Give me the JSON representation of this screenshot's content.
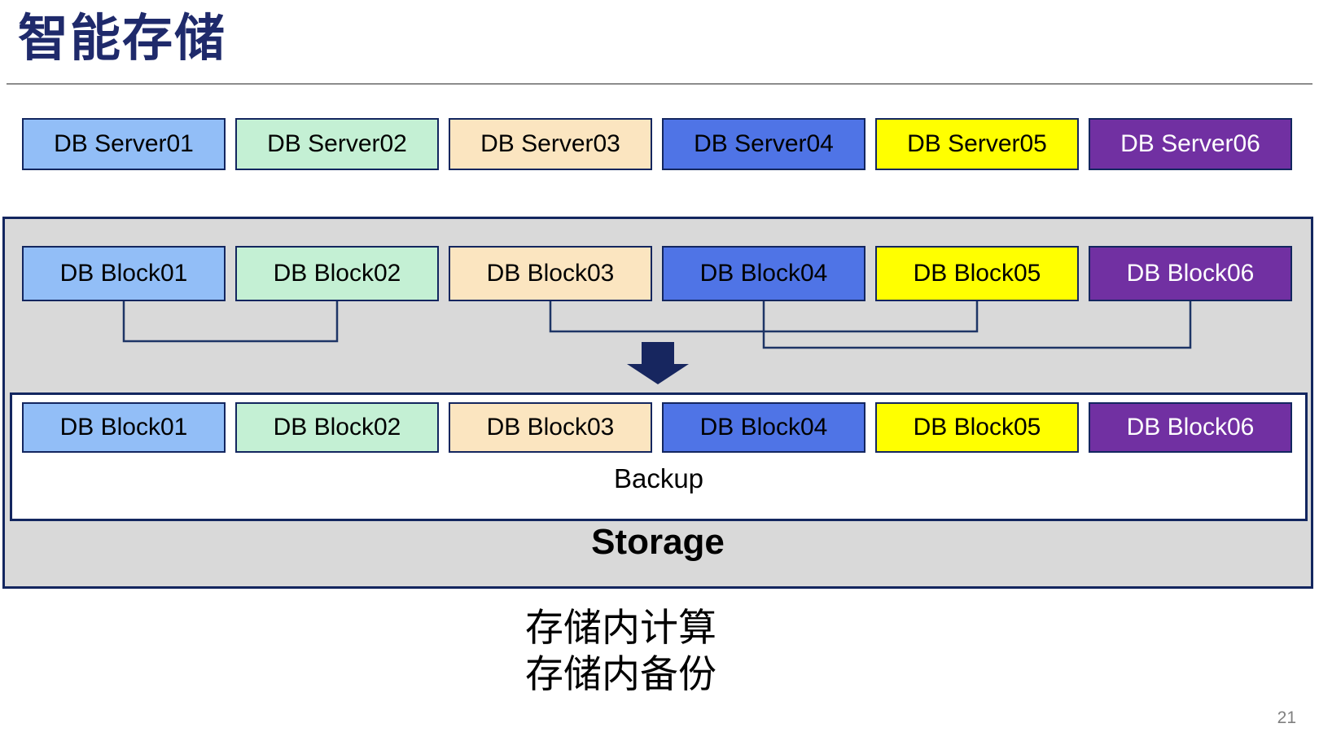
{
  "title": "智能存储",
  "page_number": "21",
  "caption": {
    "line1": "存储内计算",
    "line2": "存储内备份"
  },
  "servers": [
    "DB Server01",
    "DB Server02",
    "DB Server03",
    "DB Server04",
    "DB Server05",
    "DB Server06"
  ],
  "storage": {
    "label": "Storage",
    "backup_label": "Backup",
    "blocks_source": [
      "DB Block01",
      "DB Block02",
      "DB Block03",
      "DB Block04",
      "DB Block05",
      "DB Block06"
    ],
    "blocks_backup": [
      "DB Block01",
      "DB Block02",
      "DB Block03",
      "DB Block04",
      "DB Block05",
      "DB Block06"
    ],
    "connections": [
      "DB Block01-DB Block02",
      "DB Block03-DB Block05",
      "DB Block04-DB Block06"
    ],
    "arrow_icon": "down-arrow"
  },
  "palette": {
    "tone1_light_blue": "#92BEF7",
    "tone2_mint_green": "#C4F0D4",
    "tone3_tan": "#FBE5C0",
    "tone4_royal_blue": "#4F74E6",
    "tone5_yellow": "#FFFF00",
    "tone6_purple": "#7130A2",
    "tone6_text_white": "#FFFFFF",
    "box_border_navy": "#13265F",
    "connector_navy": "#1E3566",
    "arrow_navy": "#17265F",
    "title_navy": "#1F2A6B",
    "container_gray": "#D9D9D9",
    "divider_gray": "#8C8C8C",
    "page_number_gray": "#808080"
  }
}
